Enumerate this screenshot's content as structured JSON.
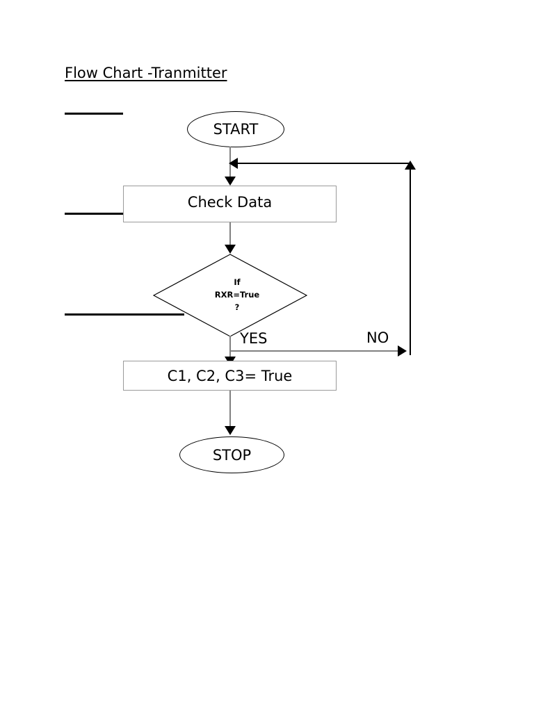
{
  "document": {
    "title": "Flow Chart -Tranmitter",
    "background_color": "#ffffff",
    "text_color": "#000000"
  },
  "chart_data": {
    "type": "diagram",
    "diagram_type": "flowchart",
    "title": "Flow Chart -Tranmitter",
    "nodes": [
      {
        "id": "start",
        "shape": "ellipse",
        "label": "START"
      },
      {
        "id": "check",
        "shape": "rectangle",
        "label": "Check Data"
      },
      {
        "id": "decision",
        "shape": "diamond",
        "label_lines": [
          "If",
          "RXR=True",
          "?"
        ]
      },
      {
        "id": "set",
        "shape": "rectangle",
        "label": "C1, C2, C3= True"
      },
      {
        "id": "stop",
        "shape": "ellipse",
        "label": "STOP"
      }
    ],
    "edges": [
      {
        "from": "start",
        "to": "check",
        "label": ""
      },
      {
        "from": "check",
        "to": "decision",
        "label": ""
      },
      {
        "from": "decision",
        "to": "set",
        "label": "YES"
      },
      {
        "from": "decision",
        "to": "check",
        "label": "NO"
      },
      {
        "from": "set",
        "to": "stop",
        "label": ""
      }
    ],
    "edge_labels": {
      "yes": "YES",
      "no": "NO"
    },
    "colors": {
      "connector_gray": "#808080",
      "loop_black": "#000000",
      "box_border": "#9a9a9a",
      "ellipse_border": "#000000"
    }
  },
  "nodes": {
    "start": {
      "label": "START"
    },
    "check": {
      "label": "Check Data"
    },
    "decision": {
      "line1": "If",
      "line2": "RXR=True",
      "line3": "?"
    },
    "set": {
      "label": "C1, C2, C3= True"
    },
    "stop": {
      "label": "STOP"
    }
  },
  "labels": {
    "yes": "YES",
    "no": "NO"
  },
  "annotations": {
    "leader_lines": [
      {
        "name": "leader-line-1",
        "length": 84
      },
      {
        "name": "leader-line-2",
        "length": 85
      },
      {
        "name": "leader-line-3",
        "length": 172
      }
    ]
  }
}
